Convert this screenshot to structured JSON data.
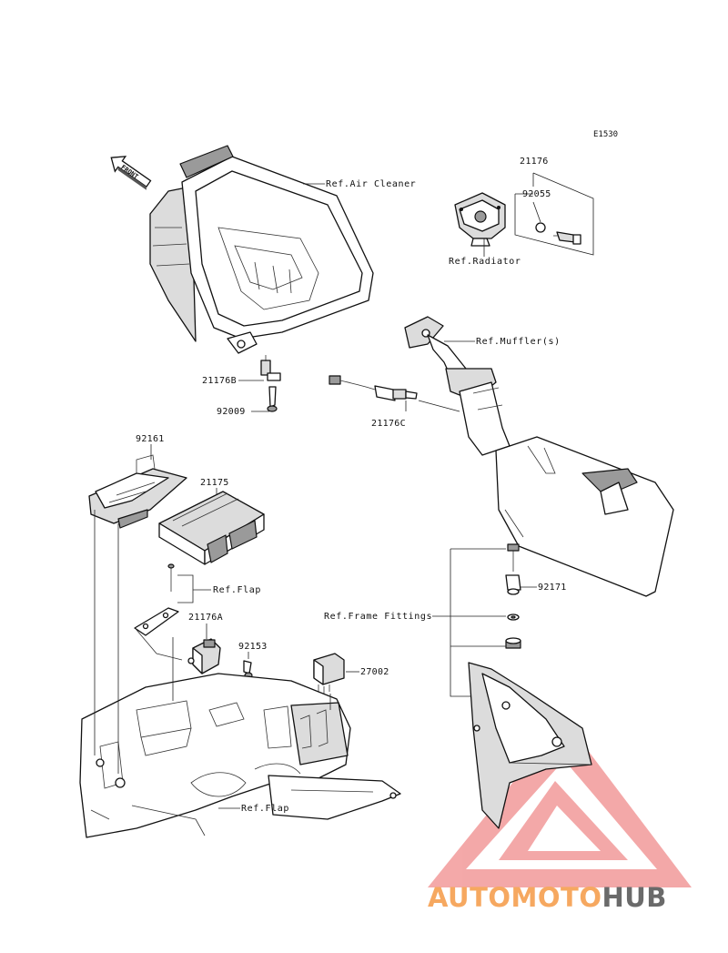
{
  "diagram": {
    "code": "E1530",
    "direction_marker": "FRONT",
    "labels": {
      "air_cleaner": "Ref.Air Cleaner",
      "p21176": "21176",
      "p92055": "92055",
      "radiator": "Ref.Radiator",
      "mufflers": "Ref.Muffler(s)",
      "p21176B": "21176B",
      "p92009": "92009",
      "p21176C": "21176C",
      "p92161": "92161",
      "p21175": "21175",
      "flap_top": "Ref.Flap",
      "p21176A": "21176A",
      "p92153": "92153",
      "p27002": "27002",
      "p92171": "92171",
      "frame_fittings": "Ref.Frame Fittings",
      "flap_bottom": "Ref.Flap"
    }
  },
  "watermark": {
    "text_part1": "AUTOMOTO",
    "text_part2": "HUB",
    "color_orange": "#f6b26b",
    "color_red": "#ea6e6e",
    "color_gray": "#6e6e6e"
  }
}
